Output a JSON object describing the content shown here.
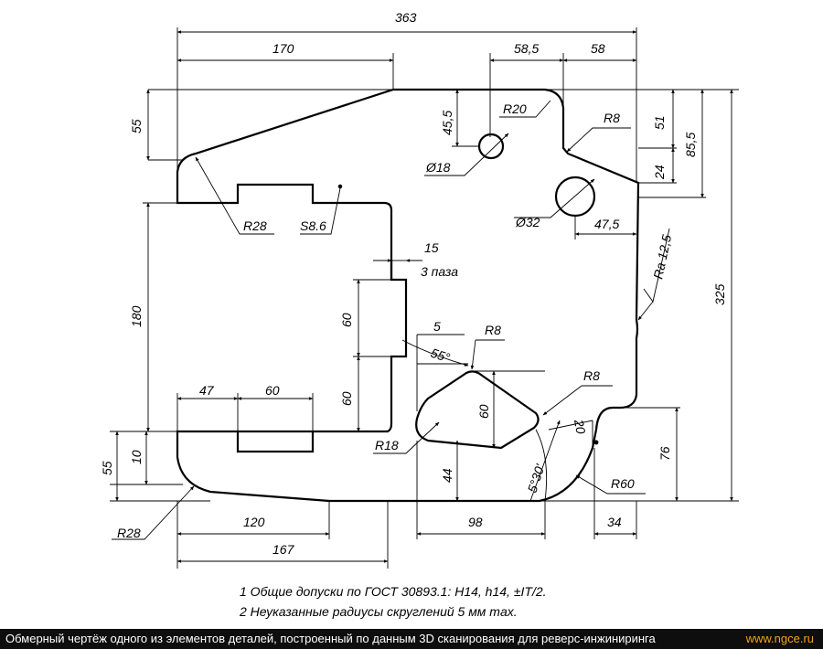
{
  "drawing": {
    "dimensions": {
      "d363": "363",
      "d170": "170",
      "d58_5": "58,5",
      "d58": "58",
      "d55_top": "55",
      "d45_5": "45,5",
      "r20": "R20",
      "r8_top": "R8",
      "d51": "51",
      "d85_5": "85,5",
      "d24": "24",
      "phi18": "Ø18",
      "r28_top": "R28",
      "s8_6": "S8.6",
      "phi32": "Ø32",
      "d47_5": "47,5",
      "ra12_5": "Ra 12,5",
      "d15": "15",
      "slots3": "3 паза",
      "d325": "325",
      "d180": "180",
      "d60_upper": "60",
      "d60_lower": "60",
      "d5": "5",
      "r8_tri": "R8",
      "a55": "55°",
      "d60_tri": "60",
      "r8_right": "R8",
      "d20": "20",
      "d47": "47",
      "d60_bottom": "60",
      "r18": "R18",
      "d55_left": "55",
      "d10": "10",
      "d44": "44",
      "a5_30": "5°30'",
      "d76": "76",
      "r60": "R60",
      "r28_bottom": "R28",
      "d120": "120",
      "d98": "98",
      "d34": "34",
      "d167": "167"
    },
    "notes": [
      "1 Общие допуски по ГОСТ 30893.1: H14, h14, ±IT/2.",
      "2 Неуказанные радиусы скруглений 5 мм max."
    ]
  },
  "footer": {
    "caption": "Обмерный чертёж одного из элементов деталей, построенный по данным 3D сканирования для реверс-инжиниринга",
    "site": "www.ngce.ru"
  }
}
